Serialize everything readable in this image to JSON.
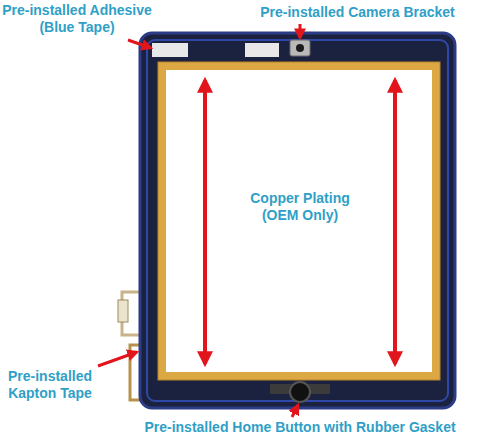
{
  "diagram": {
    "labels": [
      "Pre-installed Adhesive (Blue Tape)",
      "Pre-installed Camera Bracket",
      "Copper Plating (OEM Only)",
      "Pre-installed Kapton Tape",
      "Pre-installed Home Button with Rubber Gasket"
    ]
  }
}
